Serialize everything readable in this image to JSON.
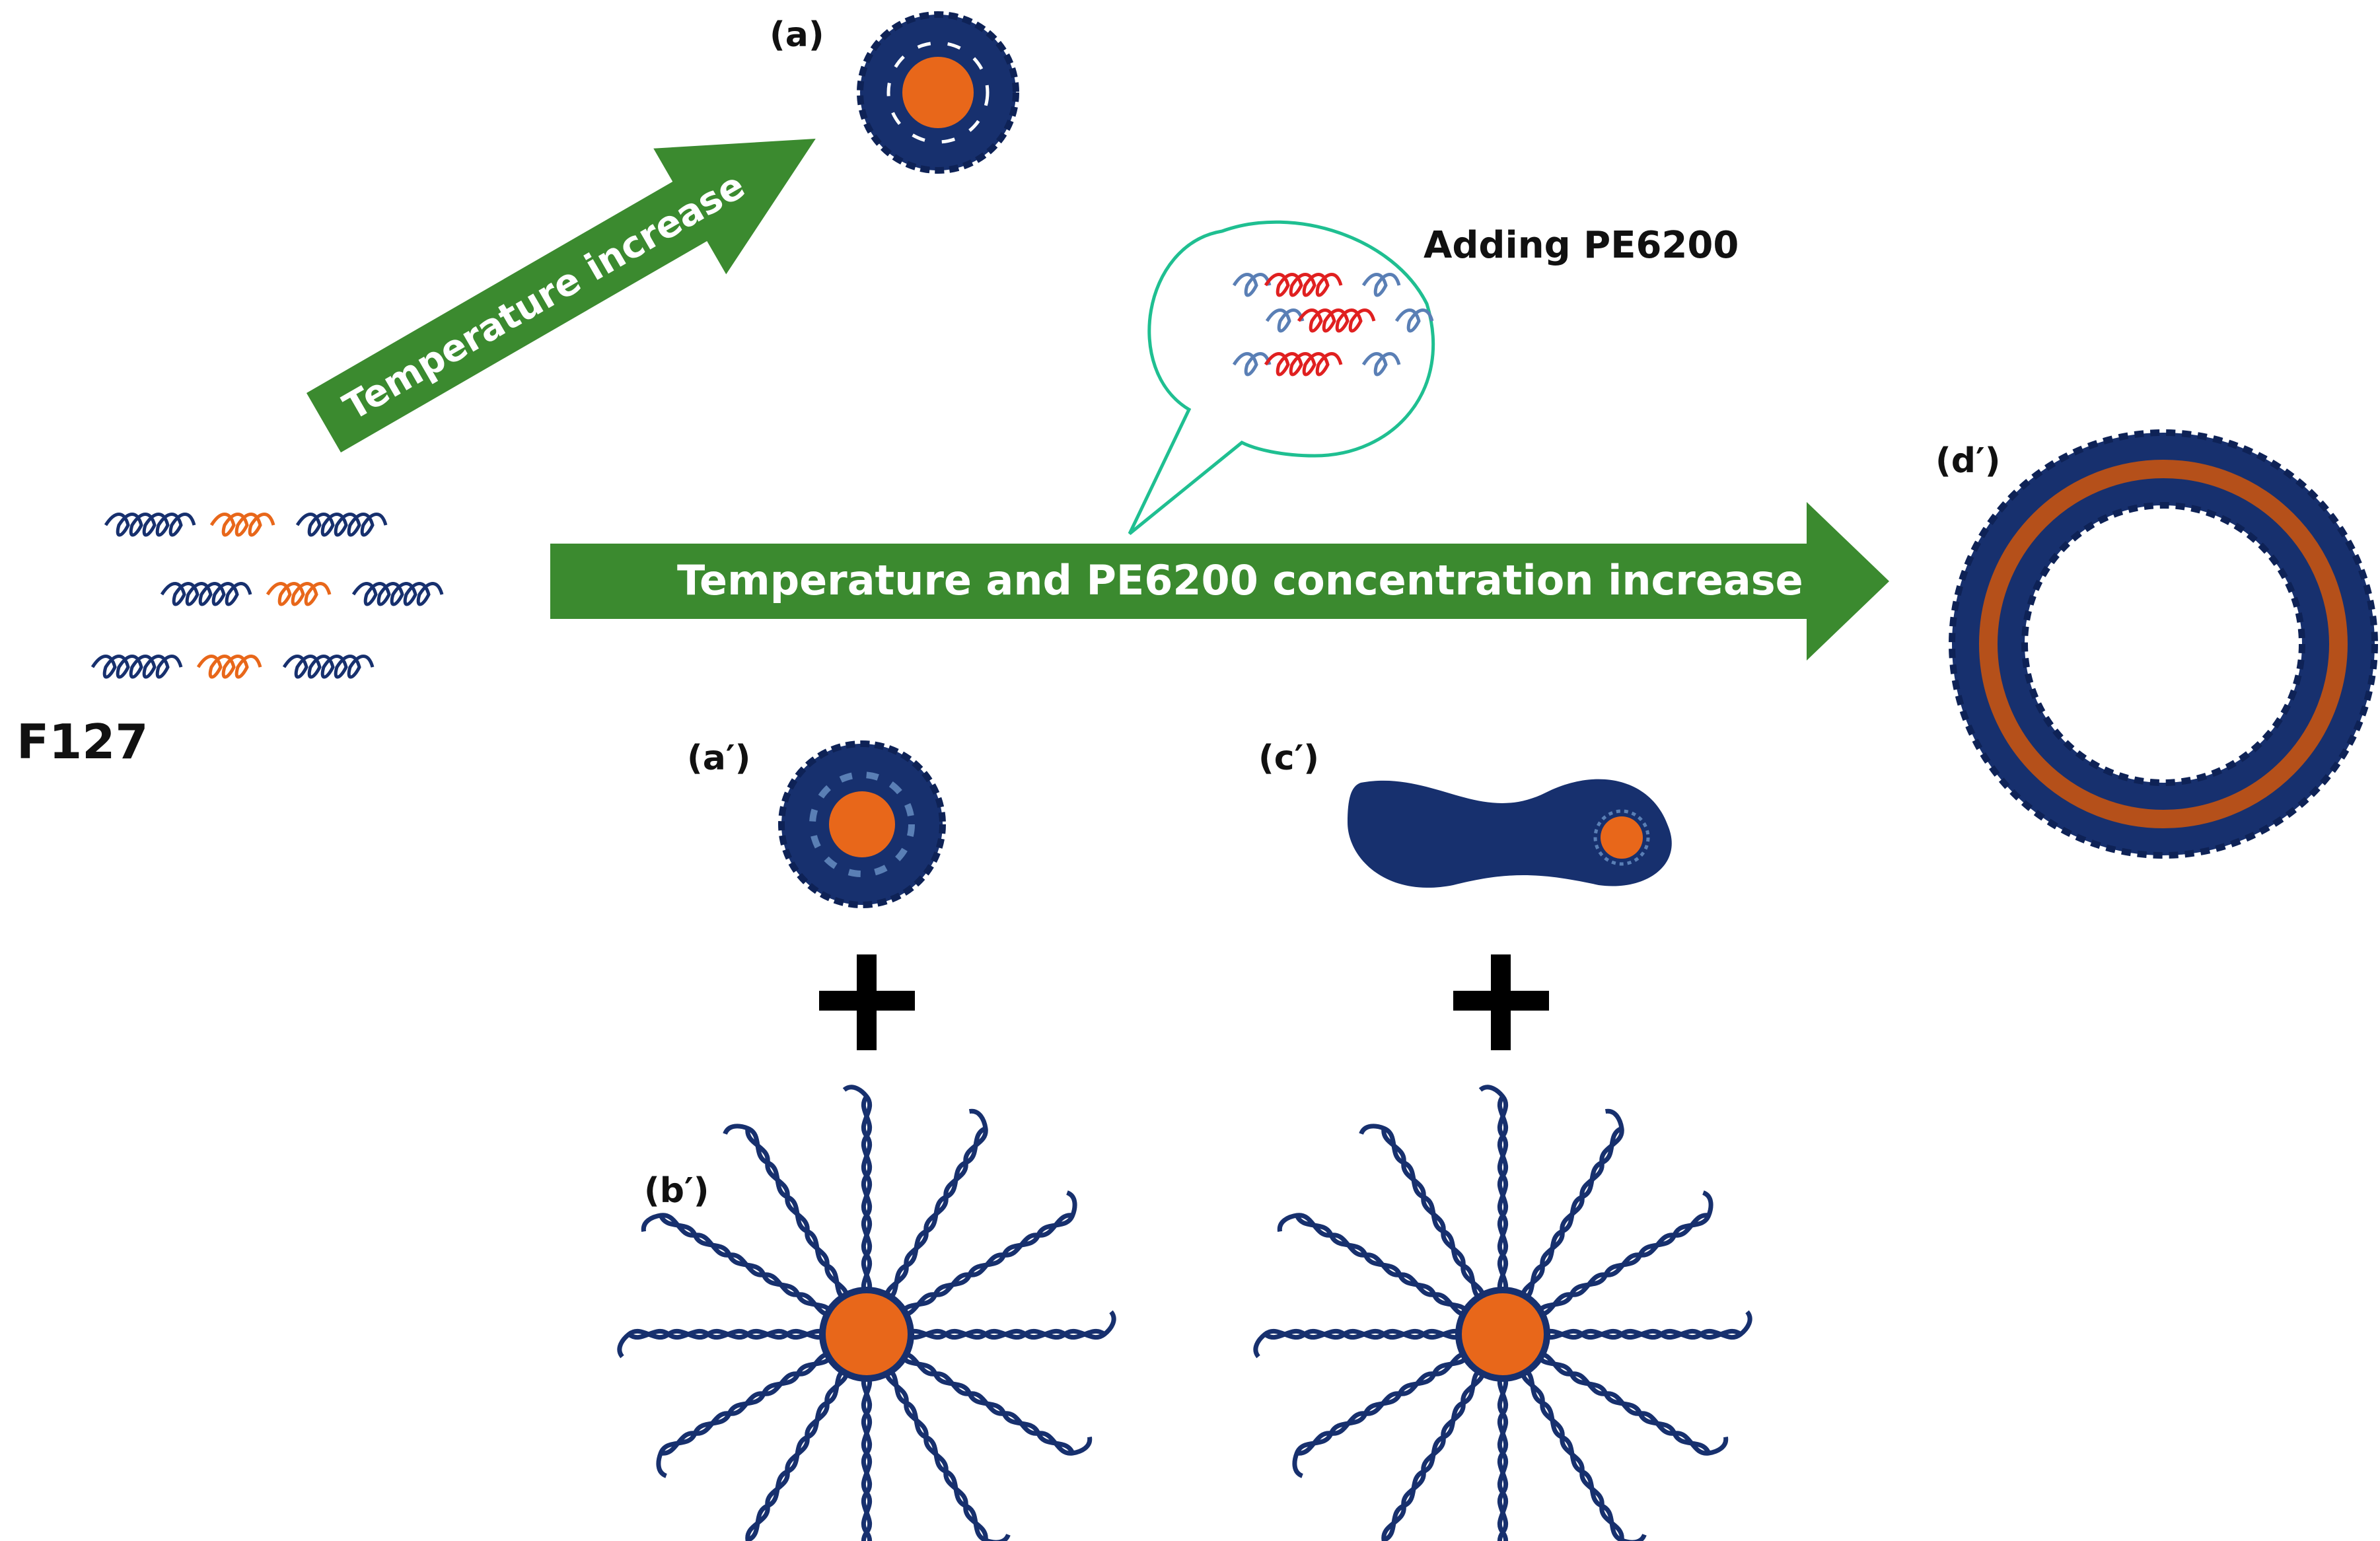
{
  "labels": {
    "a": "(a)",
    "a_prime": "(a′)",
    "b_prime": "(b′)",
    "c_prime": "(c′)",
    "d_prime": "(d′)",
    "f127": "F127",
    "adding": "Adding PE6200"
  },
  "arrows": {
    "temperature": "Temperature increase",
    "main": "Temperature and PE6200 concentration increase"
  },
  "symbols": {
    "plus": "+"
  },
  "colors": {
    "arrow_green": "#3b8a2f",
    "peo_blue": "#17306e",
    "ppo_orange": "#e8671a",
    "ppo_red": "#e02020",
    "peo_light_blue": "#5a7fb5",
    "ring_brown": "#b5501a",
    "bubble_outline": "#1fbf91"
  },
  "icons": [
    "f127-chain-icon",
    "micelle-icon",
    "wormlike-micelle-icon",
    "star-micelle-icon",
    "vesicle-icon",
    "pe6200-chain-icon"
  ]
}
